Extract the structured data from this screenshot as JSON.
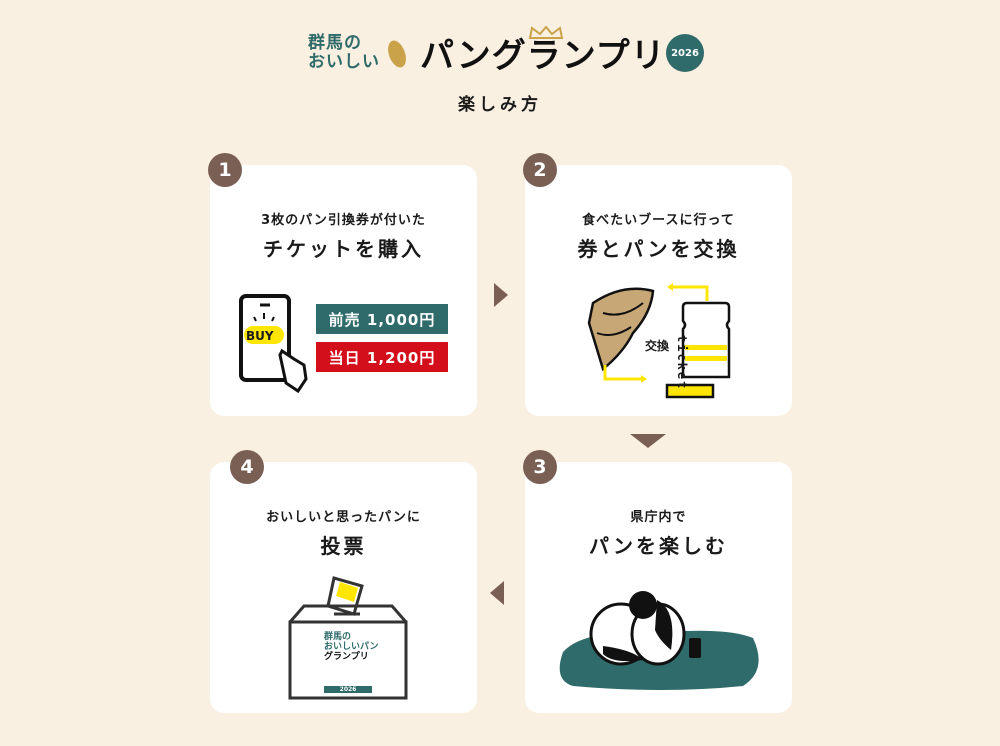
{
  "header": {
    "logo_small_line1": "群馬の",
    "logo_small_line2": "おいしい",
    "logo_main": "パングランプリ",
    "logo_year": "2026",
    "subtitle": "楽しみ方"
  },
  "steps": [
    {
      "number": "1",
      "line1": "3枚のパン引換券が付いた",
      "line2": "チケットを購入",
      "buy_label": "BUY",
      "prices": [
        {
          "label": "前売 1,000円",
          "color": "#2f6b6a"
        },
        {
          "label": "当日 1,200円",
          "color": "#d30f1b"
        }
      ]
    },
    {
      "number": "2",
      "line1": "食べたいブースに行って",
      "line2": "券とパンを交換",
      "exchange_label": "交換",
      "ticket_label": "ticket"
    },
    {
      "number": "3",
      "line1": "県庁内で",
      "line2": "パンを楽しむ"
    },
    {
      "number": "4",
      "line1": "おいしいと思ったパンに",
      "line2": "投票",
      "box_logo_line1": "群馬の",
      "box_logo_line2": "おいしいパン",
      "box_logo_line3": "グランプリ",
      "box_logo_year": "2026"
    }
  ],
  "colors": {
    "background": "#faf0e2",
    "badge": "#7a5f55",
    "teal": "#2f6b6a",
    "gold": "#c9a24a",
    "yellow": "#ffe600"
  }
}
